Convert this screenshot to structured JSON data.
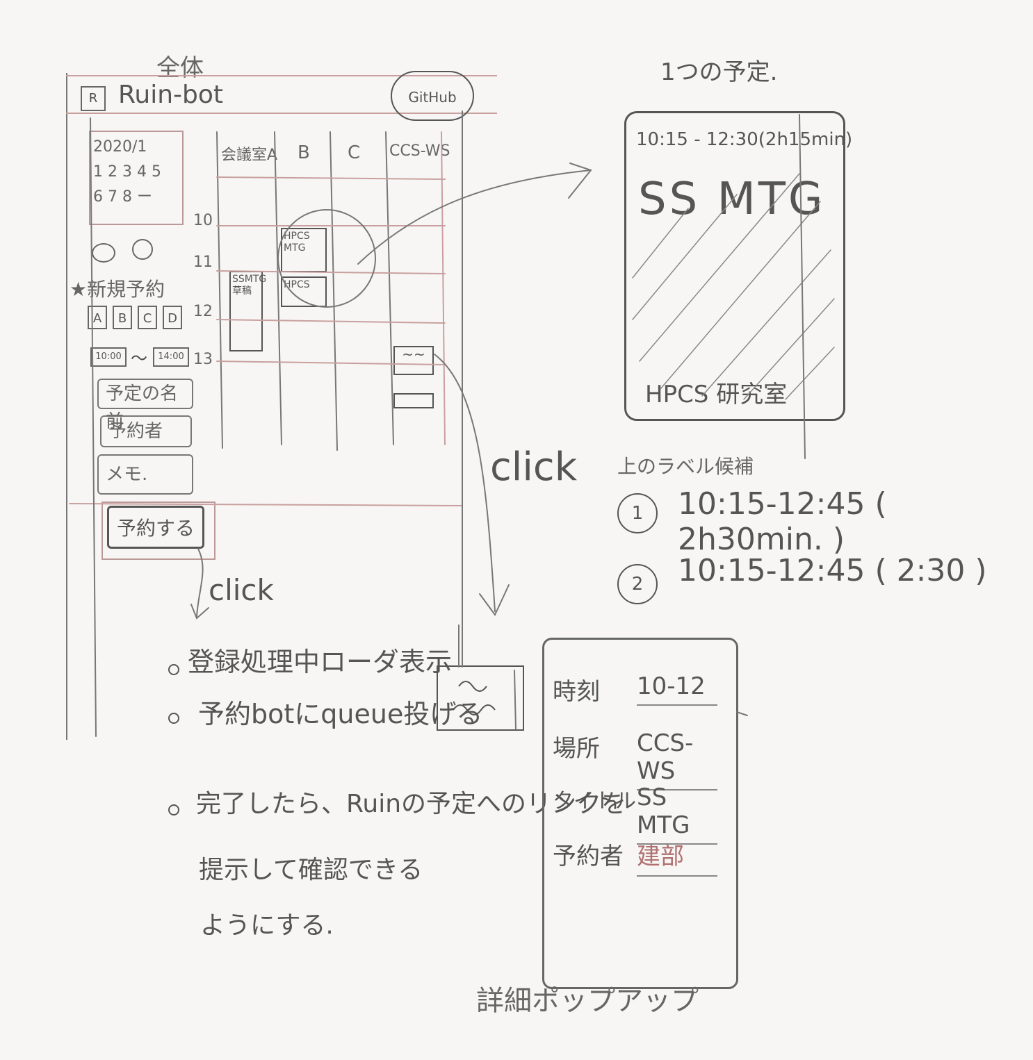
{
  "overview": {
    "title": "全体",
    "app_name": "Ruin-bot",
    "logo": "R",
    "github_button": "GitHub",
    "calendar": {
      "year_month": "2020/1",
      "row1": "1 2 3 4 5",
      "row2": "6 7 8 ー"
    },
    "new_reservation_label": "新規予約",
    "rooms": [
      "A",
      "B",
      "C",
      "D"
    ],
    "time_from": "10:00",
    "time_sep": "～",
    "time_to": "14:00",
    "fields": {
      "event_name": "予定の名前",
      "booker": "予約者",
      "memo": "メモ."
    },
    "reserve_button": "予約する",
    "grid": {
      "columns": [
        "会議室A",
        "B",
        "C",
        "CCS-WS"
      ],
      "hours": [
        "10",
        "11",
        "12",
        "13"
      ],
      "events": [
        {
          "label": "SSMTG 草稿"
        },
        {
          "label": "HPCS MTG"
        },
        {
          "label": "HPCS"
        },
        {
          "label": "~~"
        }
      ]
    }
  },
  "one_event": {
    "title": "1つの予定.",
    "time": "10:15 - 12:30(2h15min)",
    "event_title": "SS MTG",
    "location": "HPCS 研究室"
  },
  "label_candidates": {
    "heading": "上のラベル候補",
    "items": [
      {
        "num": "1",
        "text": "10:15-12:45 ( 2h30min. )"
      },
      {
        "num": "2",
        "text": "10:15-12:45 ( 2:30 )"
      }
    ]
  },
  "click_right": "click",
  "click_left": "click",
  "notes": [
    "登録処理中ローダ表示",
    "予約botにqueue投げる",
    "完了したら、Ruinの予定へのリンクを",
    "提示して確認できる",
    "ようにする."
  ],
  "detail_popup": {
    "caption": "詳細ポップアップ",
    "rows": [
      {
        "key": "時刻",
        "value": "10-12"
      },
      {
        "key": "場所",
        "value": "CCS-WS"
      },
      {
        "key": "タイトル",
        "value": "SS MTG"
      },
      {
        "key": "予約者",
        "value": "建部"
      }
    ]
  },
  "colors": {
    "pencil": "#555555",
    "red_pencil": "#c9a0a0",
    "paper": "#f7f6f4"
  }
}
